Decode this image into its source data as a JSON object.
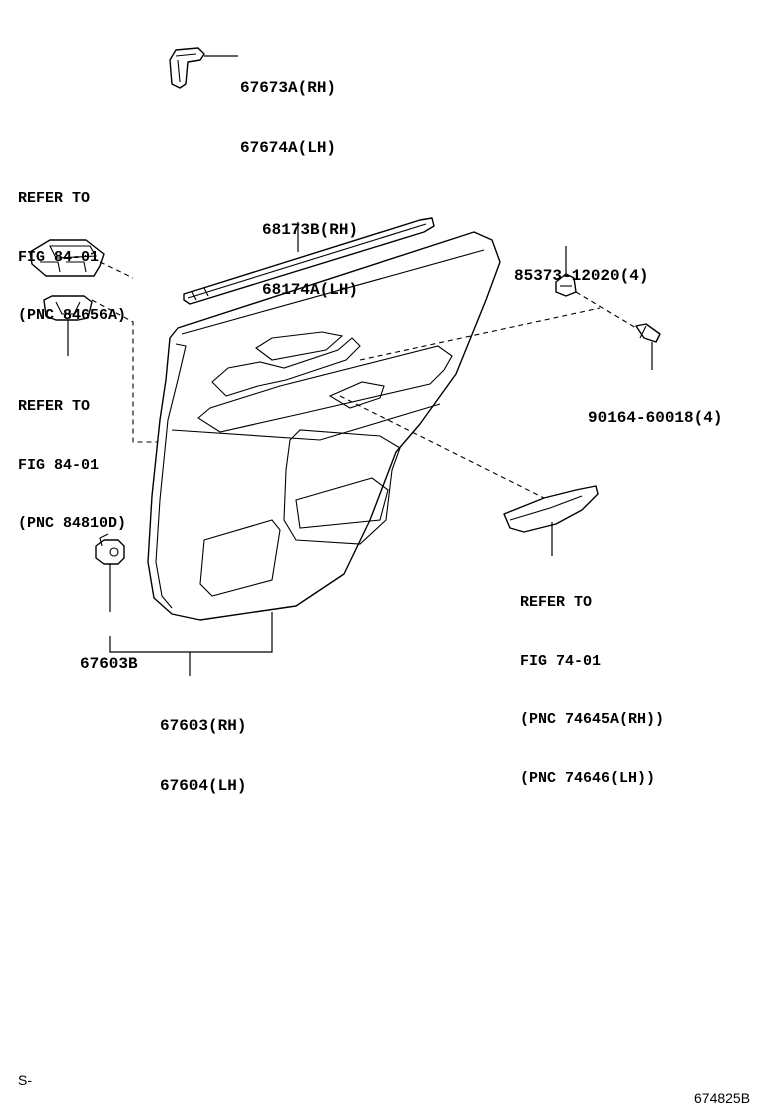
{
  "labels": {
    "pull_handle": [
      "67673A(RH)",
      "67674A(LH)"
    ],
    "switch_ref": [
      "REFER TO",
      "FIG 84-01",
      "(PNC 84656A)"
    ],
    "weatherstrip": [
      "68173B(RH)",
      "68174A(LH)"
    ],
    "clip_part": [
      "85373-12020(4)"
    ],
    "lamp_ref": [
      "REFER TO",
      "FIG 84-01",
      "(PNC 84810D)"
    ],
    "screw_part": [
      "90164-60018(4)"
    ],
    "armrest_ref": [
      "REFER TO",
      "FIG 74-01",
      "(PNC 74645A(RH))",
      "(PNC 74646(LH))"
    ],
    "clip_67603b": [
      "67603B"
    ],
    "trim_board": [
      "67603(RH)",
      "67604(LH)"
    ]
  },
  "footer": {
    "left_code": "S-",
    "figure_id": "674825B"
  }
}
